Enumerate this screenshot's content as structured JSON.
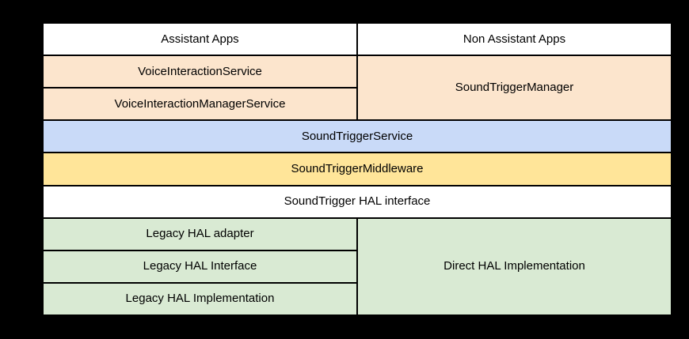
{
  "diagram": {
    "description": "SoundTrigger software stack block diagram",
    "colors": {
      "page_background": "#000000",
      "border": "#000000",
      "text": "#000000",
      "white_block": "#FFFFFF",
      "peach_block": "#FCE5CD",
      "blue_block": "#C9DAF8",
      "yellow_block": "#FFE599",
      "green_block": "#D9EAD3"
    },
    "cells": {
      "assistant_apps": {
        "label": "Assistant Apps",
        "color": "#FFFFFF"
      },
      "non_assistant_apps": {
        "label": "Non Assistant Apps",
        "color": "#FFFFFF"
      },
      "voice_interaction_service": {
        "label": "VoiceInteractionService",
        "color": "#FCE5CD"
      },
      "voice_interaction_manager_service": {
        "label": "VoiceInteractionManagerService",
        "color": "#FCE5CD"
      },
      "sound_trigger_manager": {
        "label": "SoundTriggerManager",
        "color": "#FCE5CD"
      },
      "sound_trigger_service": {
        "label": "SoundTriggerService",
        "color": "#C9DAF8"
      },
      "sound_trigger_middleware": {
        "label": "SoundTriggerMiddleware",
        "color": "#FFE599"
      },
      "sound_trigger_hal_interface": {
        "label": "SoundTrigger HAL interface",
        "color": "#FFFFFF"
      },
      "legacy_hal_adapter": {
        "label": "Legacy HAL adapter",
        "color": "#D9EAD3"
      },
      "legacy_hal_interface": {
        "label": "Legacy HAL Interface",
        "color": "#D9EAD3"
      },
      "legacy_hal_implementation": {
        "label": "Legacy HAL Implementation",
        "color": "#D9EAD3"
      },
      "direct_hal_implementation": {
        "label": "Direct HAL Implementation",
        "color": "#D9EAD3"
      }
    }
  }
}
